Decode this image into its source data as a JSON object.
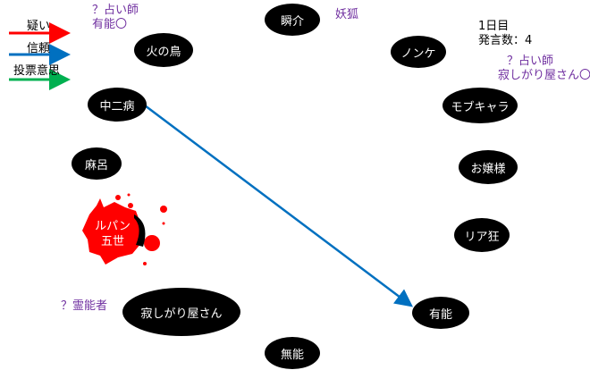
{
  "legend": {
    "doubt": "疑い",
    "trust": "信頼",
    "vote": "投票意思",
    "colors": {
      "doubt": "#ff0000",
      "trust": "#0070c0",
      "vote": "#00b050"
    }
  },
  "day_info": {
    "day": "1日目",
    "statements": "発言数：4"
  },
  "nodes": {
    "shunsuke": "瞬介",
    "hinotori": "火の鳥",
    "nonke": "ノンケ",
    "chuunibyou": "中二病",
    "mobchara": "モブキャラ",
    "maro": "麻呂",
    "ojousama": "お嬢様",
    "lupin_1": "ルパン",
    "lupin_2": "五世",
    "riakyou": "リア狂",
    "sabishigariya": "寂しがり屋さん",
    "yuunou": "有能",
    "munou": "無能"
  },
  "notes": {
    "seer1_line1": "？占い師",
    "seer1_line2": "有能〇",
    "fox": "妖狐",
    "seer2_line1": "？占い師",
    "seer2_line2": "寂しがり屋さん〇",
    "medium": "？霊能者"
  },
  "edges": [
    {
      "from": "中二病",
      "to": "有能",
      "type": "trust"
    }
  ]
}
